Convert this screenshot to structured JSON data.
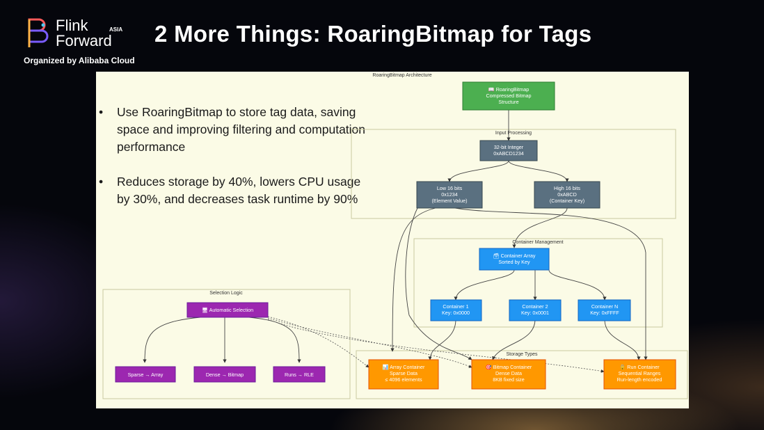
{
  "logo": {
    "line1": "Flink",
    "line2": "Forward",
    "region": "ASIA",
    "organized_by": "Organized by Alibaba Cloud"
  },
  "slide": {
    "title": "2 More Things: RoaringBitmap for Tags"
  },
  "bullets": [
    {
      "dot": "•",
      "text": "Use RoaringBitmap to store tag data, saving space and improving filtering and computation performance"
    },
    {
      "dot": "•",
      "text": "Reduces storage by 40%, lowers CPU usage by 30%, and decreases task runtime by 90%"
    }
  ],
  "diagram": {
    "title": "RoaringBitmap Architecture",
    "subgraphs": {
      "input": "Input Processing",
      "container_mgmt": "Container Management",
      "selection": "Selection Logic",
      "storage": "Storage Types"
    },
    "nodes": {
      "root": {
        "lines": [
          "📖 RoaringBitmap",
          "Compressed Bitmap",
          "Structure"
        ],
        "color": "#4caf50"
      },
      "int32": {
        "lines": [
          "32-bit Integer",
          "0xABCD1234"
        ],
        "color": "#5a7080"
      },
      "low16": {
        "lines": [
          "Low 16 bits",
          "0x1234",
          "(Element Value)"
        ],
        "color": "#5a7080"
      },
      "high16": {
        "lines": [
          "High 16 bits",
          "0xABCD",
          "(Container Key)"
        ],
        "color": "#5a7080"
      },
      "container_array": {
        "lines": [
          "🗃 Container Array",
          "Sorted by Key"
        ],
        "color": "#2196f3"
      },
      "container1": {
        "lines": [
          "Container 1",
          "Key: 0x0000"
        ],
        "color": "#2196f3"
      },
      "container2": {
        "lines": [
          "Container 2",
          "Key: 0x0001"
        ],
        "color": "#2196f3"
      },
      "containerN": {
        "lines": [
          "Container N",
          "Key: 0xFFFF"
        ],
        "color": "#2196f3"
      },
      "auto_select": {
        "lines": [
          "🖥 Automatic Selection"
        ],
        "color": "#9c27b0"
      },
      "sparse": {
        "lines": [
          "Sparse → Array"
        ],
        "color": "#9c27b0"
      },
      "dense": {
        "lines": [
          "Dense → Bitmap"
        ],
        "color": "#9c27b0"
      },
      "runs": {
        "lines": [
          "Runs → RLE"
        ],
        "color": "#9c27b0"
      },
      "array_container": {
        "lines": [
          "📊 Array Container",
          "Sparse Data",
          "≤ 4096 elements"
        ],
        "color": "#ff9800"
      },
      "bitmap_container": {
        "lines": [
          "🎯 Bitmap Container",
          "Dense Data",
          "8KB fixed size"
        ],
        "color": "#ff9800"
      },
      "run_container": {
        "lines": [
          "🔒 Run Container",
          "Sequential Ranges",
          "Run-length encoded"
        ],
        "color": "#ff9800"
      }
    }
  }
}
